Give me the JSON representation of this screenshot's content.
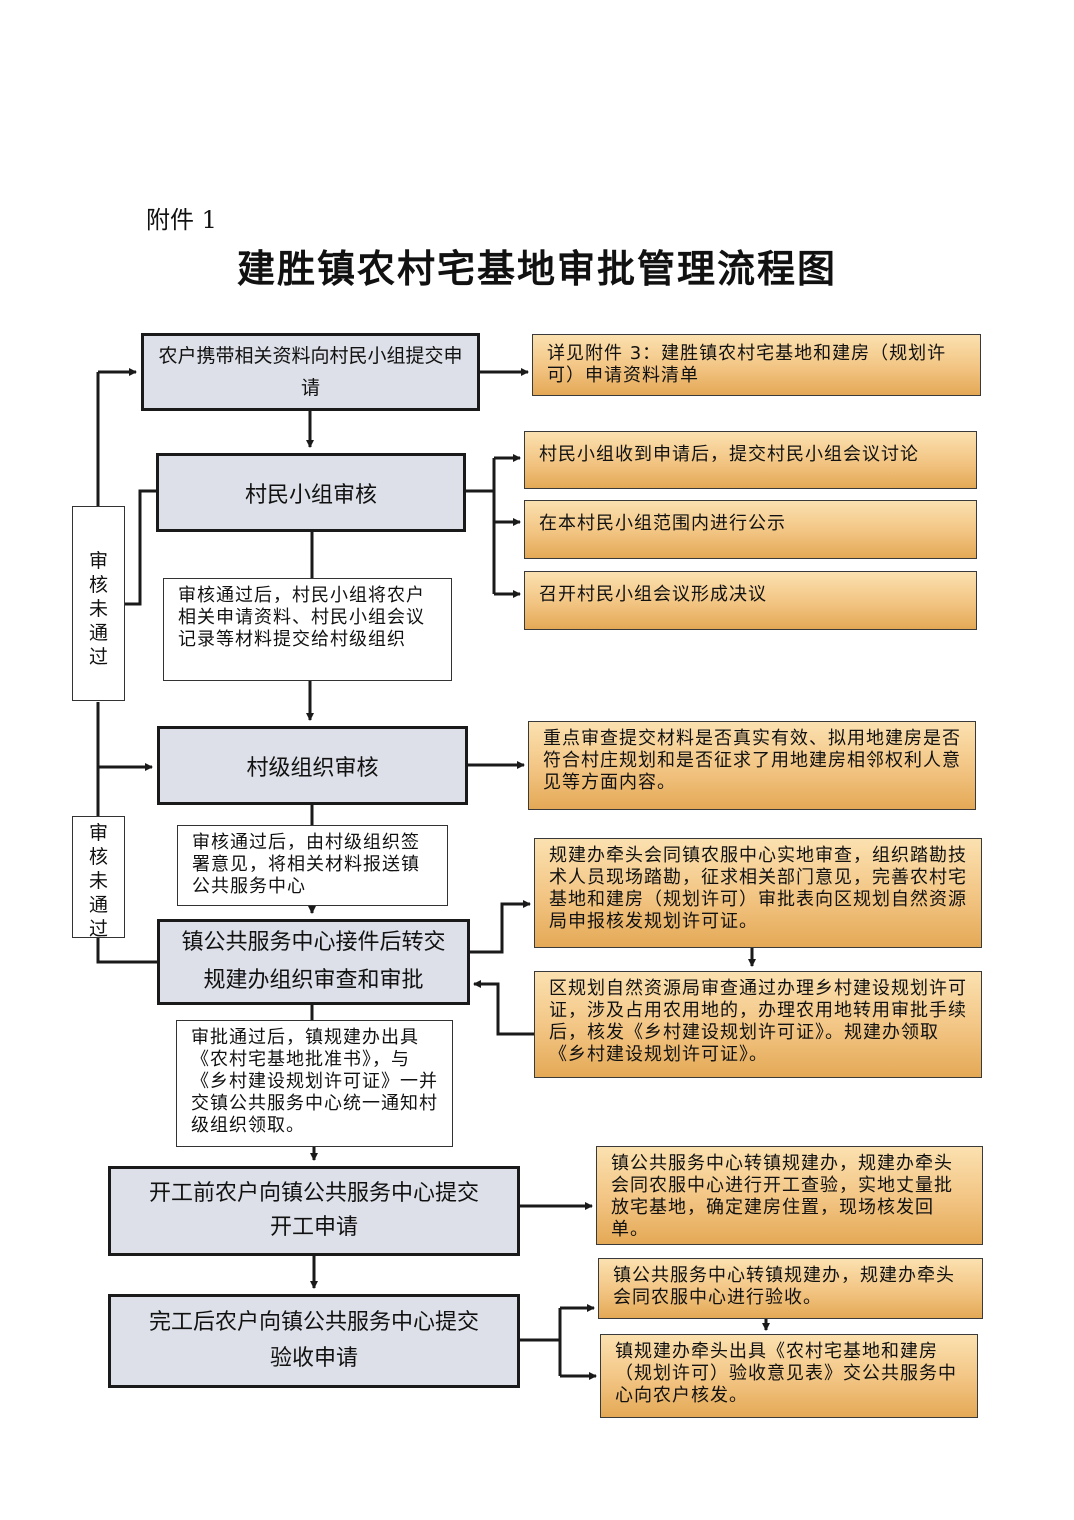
{
  "annex_label": "附件 1",
  "title": "建胜镇农村宅基地审批管理流程图",
  "steps": {
    "s1": "农户携带相关资料向村民小组提交申请",
    "s2": "村民小组审核",
    "s3": "村级组织审核",
    "s4": "镇公共服务中心接件后转交规建办组织审查和审批",
    "s5": "开工前农户向镇公共服务中心提交开工申请",
    "s6": "完工后农户向镇公共服务中心提交验收申请"
  },
  "notes": {
    "n1": "审核通过后，村民小组将农户相关申请资料、村民小组会议记录等材料提交给村级组织",
    "n2": "审核通过后，由村级组织签署意见，将相关材料报送镇公共服务中心",
    "n3": "审批通过后，镇规建办出具《农村宅基地批准书》，与《乡村建设规划许可证》一并交镇公共服务中心统一通知村级组织领取。"
  },
  "details": {
    "d1": "详见附件 3：建胜镇农村宅基地和建房（规划许可）申请资料清单",
    "d2": "村民小组收到申请后，提交村民小组会议讨论",
    "d3": "在本村民小组范围内进行公示",
    "d4": "召开村民小组会议形成决议",
    "d5": "重点审查提交材料是否真实有效、拟用地建房是否符合村庄规划和是否征求了用地建房相邻权利人意见等方面内容。",
    "d6": "规建办牵头会同镇农服中心实地审查，组织踏勘技术人员现场踏勘，征求相关部门意见，完善农村宅基地和建房（规划许可）审批表向区规划自然资源局申报核发规划许可证。",
    "d7": "区规划自然资源局审查通过办理乡村建设规划许可证，涉及占用农用地的，办理农用地转用审批手续后，核发《乡村建设规划许可证》。规建办领取《乡村建设规划许可证》。",
    "d8": "镇公共服务中心转镇规建办，规建办牵头会同农服中心进行开工查验，实地丈量批放宅基地，确定建房住置，现场核发回单。",
    "d9": "镇公共服务中心转镇规建办，规建办牵头会同农服中心进行验收。",
    "d10": "镇规建办牵头出具《农村宅基地和建房（规划许可）验收意见表》交公共服务中心向农户核发。"
  },
  "loop_labels": {
    "l1": "审核未通过",
    "l2": "审核未通过"
  },
  "colors": {
    "main_fill": "#dde0e8",
    "detail_fill": "#f2c482",
    "line": "#1a1a1a"
  }
}
